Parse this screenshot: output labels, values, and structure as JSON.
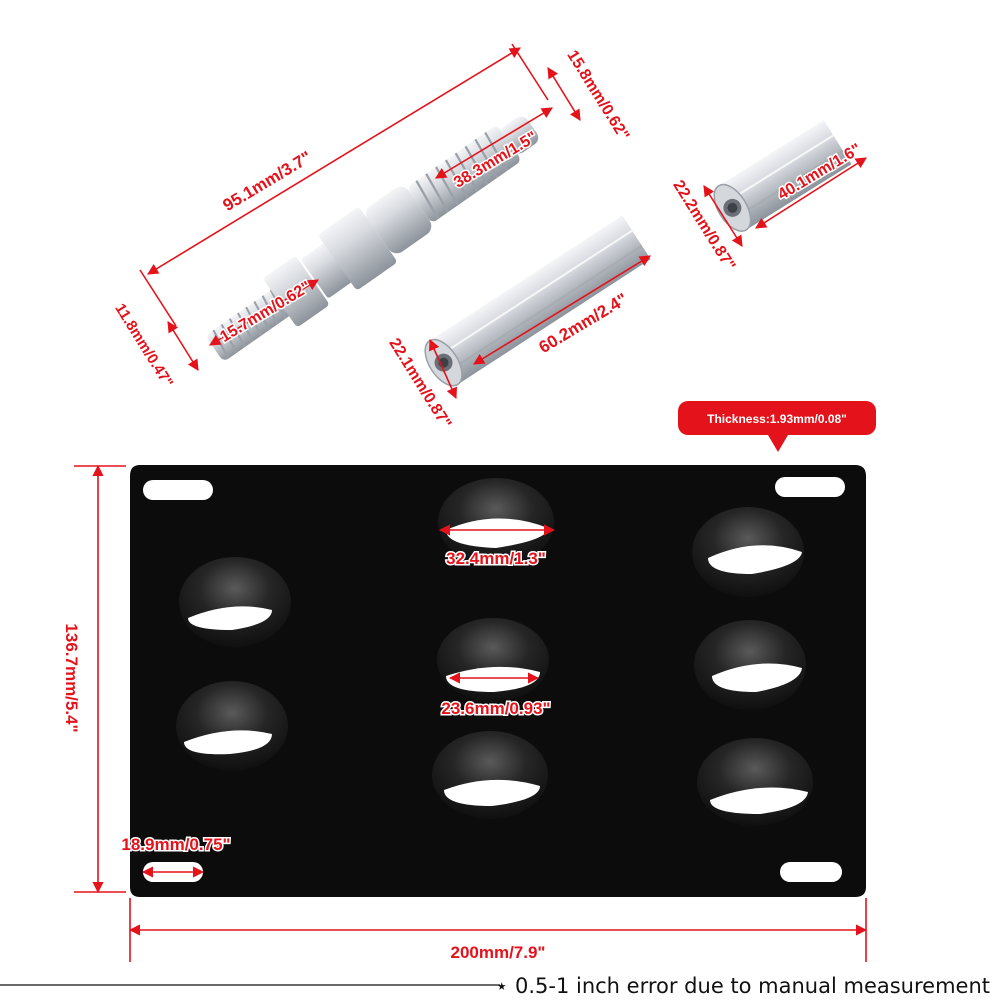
{
  "dimensions": {
    "bolt_length": "95.1mm/3.7\"",
    "bolt_diameter": "15.8mm/0.62\"",
    "thread_length": "38.3mm/1.5\"",
    "nut_width": "15.7mm/0.62\"",
    "bolt_tip": "11.8mm/0.47\"",
    "long_spacer_length": "60.2mm/2.4\"",
    "long_spacer_width": "22.1mm/0.87\"",
    "short_spacer_length": "40.1mm/1.6\"",
    "short_spacer_width": "22.2mm/0.87\"",
    "plate_thickness": "Thickness:1.93mm/0.08\"",
    "top_slot": "32.4mm/1.3\"",
    "center_slot": "23.6mm/0.93\"",
    "corner_slot": "18.9mm/0.75\"",
    "plate_height": "136.7mm/5.4\"",
    "plate_width": "200mm/7.9\""
  },
  "note": "⋆ 0.5-1 inch error due to manual measurement",
  "colors": {
    "accent": "#e4121a",
    "plate": "#0c0c0c",
    "metal": "#c9ccd1"
  }
}
